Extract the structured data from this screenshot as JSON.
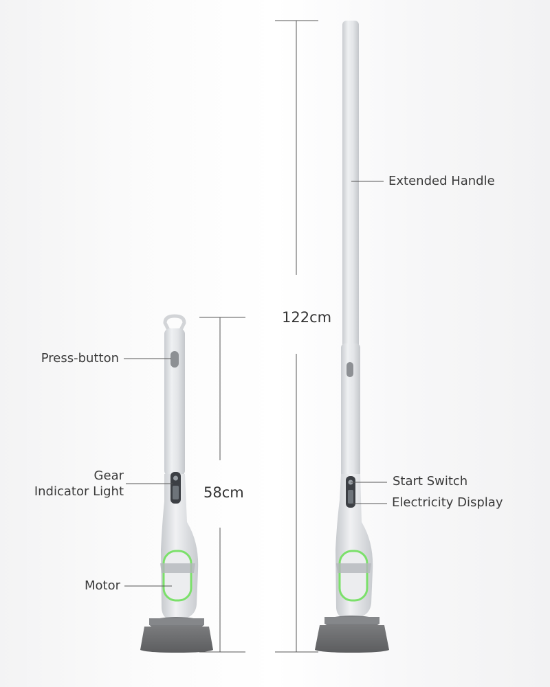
{
  "labels": {
    "press_button": "Press-button",
    "gear_line1": "Gear",
    "gear_line2": "Indicator Light",
    "motor": "Motor",
    "extended_handle": "Extended Handle",
    "start_switch": "Start Switch",
    "electricity_display": "Electricity Display"
  },
  "dimensions": {
    "short_height": "58cm",
    "long_height": "122cm"
  },
  "colors": {
    "body": "#e4e6e9",
    "brush_base": "#7b7d80",
    "bristles": "#6b6c6e",
    "led_ring": "#7be06a",
    "display_panel": "#3c3f44",
    "line": "#555555"
  }
}
